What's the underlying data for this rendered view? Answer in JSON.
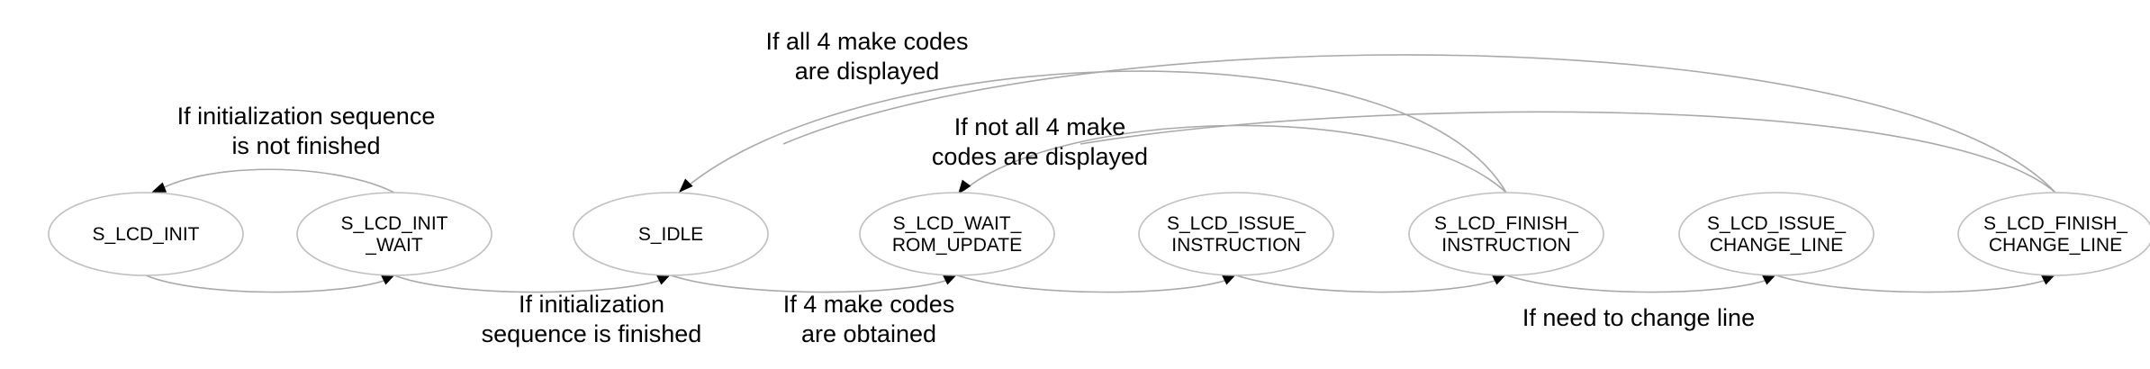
{
  "states": [
    {
      "id": "lcd_init",
      "lines": [
        "S_LCD_INIT"
      ]
    },
    {
      "id": "lcd_init_wait",
      "lines": [
        "S_LCD_INIT",
        "_WAIT"
      ]
    },
    {
      "id": "idle",
      "lines": [
        "S_IDLE"
      ]
    },
    {
      "id": "lcd_wait_rom_update",
      "lines": [
        "S_LCD_WAIT_",
        "ROM_UPDATE"
      ]
    },
    {
      "id": "lcd_issue_instruction",
      "lines": [
        "S_LCD_ISSUE_",
        "INSTRUCTION"
      ]
    },
    {
      "id": "lcd_finish_instruction",
      "lines": [
        "S_LCD_FINISH_",
        "INSTRUCTION"
      ]
    },
    {
      "id": "lcd_issue_change_line",
      "lines": [
        "S_LCD_ISSUE_",
        "CHANGE_LINE"
      ]
    },
    {
      "id": "lcd_finish_change_line",
      "lines": [
        "S_LCD_FINISH_",
        "CHANGE_LINE"
      ]
    }
  ],
  "transitions": [
    {
      "id": "init_not_finished",
      "from": "lcd_init_wait",
      "to": "lcd_init",
      "label": [
        "If initialization sequence",
        "is not finished"
      ]
    },
    {
      "id": "init_to_wait",
      "from": "lcd_init",
      "to": "lcd_init_wait",
      "label": []
    },
    {
      "id": "init_finished",
      "from": "lcd_init_wait",
      "to": "idle",
      "label": [
        "If initialization",
        "sequence is finished"
      ]
    },
    {
      "id": "make_codes_obtained",
      "from": "idle",
      "to": "lcd_wait_rom_update",
      "label": [
        "If 4 make codes",
        "are obtained"
      ]
    },
    {
      "id": "wait_to_issue",
      "from": "lcd_wait_rom_update",
      "to": "lcd_issue_instruction",
      "label": []
    },
    {
      "id": "issue_to_finish",
      "from": "lcd_issue_instruction",
      "to": "lcd_finish_instruction",
      "label": []
    },
    {
      "id": "need_change_line",
      "from": "lcd_finish_instruction",
      "to": "lcd_issue_change_line",
      "label": [
        "If need to change line"
      ]
    },
    {
      "id": "issue_cl_to_finish_cl",
      "from": "lcd_issue_change_line",
      "to": "lcd_finish_change_line",
      "label": []
    },
    {
      "id": "not_all_displayed",
      "from": "lcd_finish_instruction",
      "to": "lcd_wait_rom_update",
      "label": [
        "If not all 4 make",
        "codes are displayed"
      ]
    },
    {
      "id": "all_displayed",
      "from": "lcd_finish_instruction",
      "to": "idle",
      "label": [
        "If all 4 make codes",
        "are displayed"
      ]
    },
    {
      "id": "change_line_back",
      "from": "lcd_finish_change_line",
      "to": "lcd_wait_rom_update",
      "label": []
    },
    {
      "id": "change_line_to_idle",
      "from": "lcd_finish_change_line",
      "to": "idle",
      "label": []
    }
  ]
}
